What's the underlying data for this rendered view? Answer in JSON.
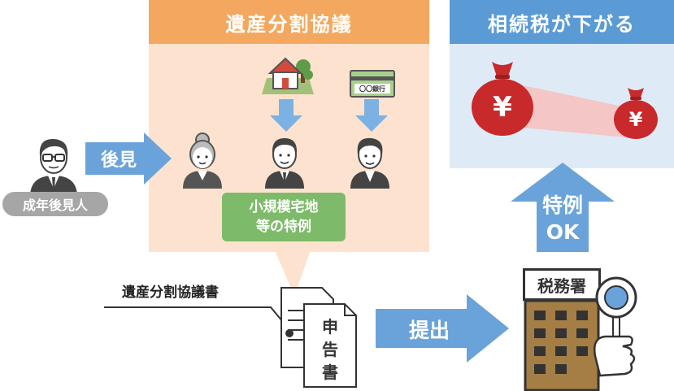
{
  "inheritance_panel": {
    "title": "遺産分割協議",
    "special_rule": [
      "小規模宅地",
      "等の特例"
    ],
    "bank_book_label": "〇〇銀行"
  },
  "tax_panel": {
    "title": "相続税が下がる",
    "yen_symbol": "¥"
  },
  "guardian": {
    "label": "成年後見人",
    "arrow_label": "後見"
  },
  "approval_arrow": {
    "line1": "特例",
    "line2": "OK"
  },
  "documents": {
    "agreement_label": "遺産分割協議書",
    "return_chars": [
      "申",
      "告",
      "書"
    ]
  },
  "submit_arrow": {
    "label": "提出"
  },
  "tax_office": {
    "sign": "税務署"
  },
  "colors": {
    "orange_header": "#f4a85f",
    "orange_bg": "#fde3cf",
    "blue_header": "#5b9bd5",
    "blue_bg": "#deebf7",
    "arrow_blue": "#6aa3da",
    "green": "#7dbb6a",
    "red_bag": "#c8292b",
    "building": "#a57e45"
  }
}
